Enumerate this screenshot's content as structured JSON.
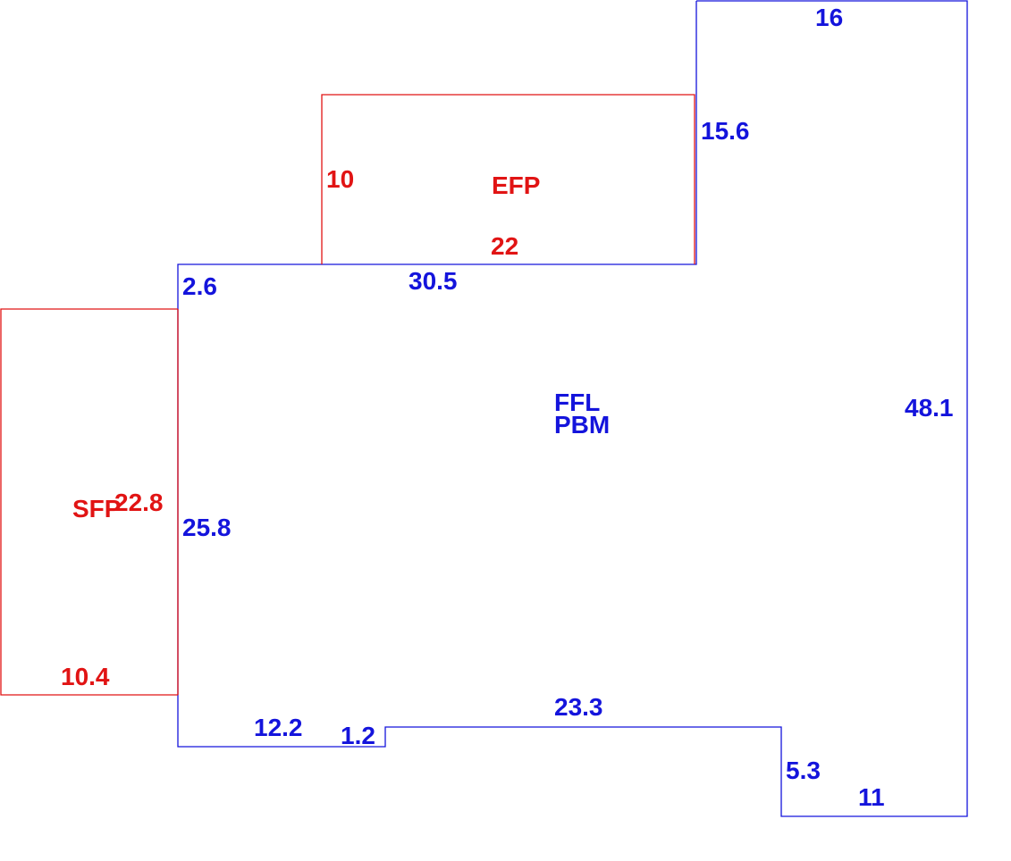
{
  "colors": {
    "main_outline": "#1414dc",
    "addition_outline": "#e11414"
  },
  "main": {
    "labels": [
      "FFL",
      "PBM"
    ],
    "dims": {
      "top": "16",
      "right": "48.1",
      "upper_step": "15.6",
      "top_mid": "30.5",
      "left_step": "2.6",
      "left": "25.8",
      "bottom_left": "12.2",
      "bottom_jog": "1.2",
      "bottom_mid": "23.3",
      "bottom_notch": "5.3",
      "bottom_right": "11"
    }
  },
  "efp": {
    "label": "EFP",
    "dims": {
      "left": "10",
      "bottom": "22"
    }
  },
  "sfp": {
    "label": "SFP",
    "dims": {
      "right": "22.8",
      "bottom": "10.4"
    }
  }
}
